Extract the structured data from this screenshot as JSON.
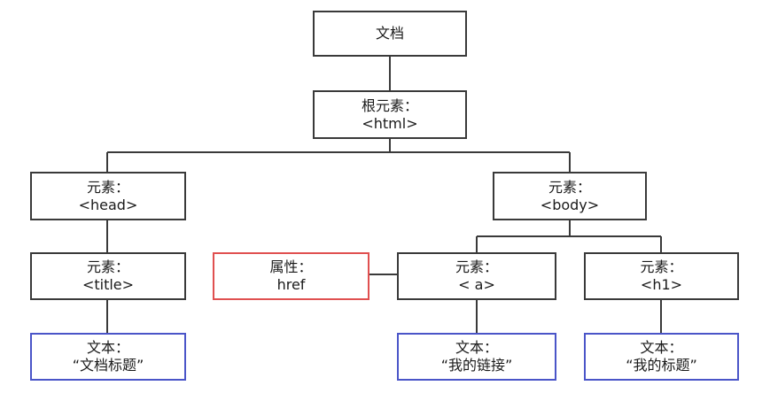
{
  "nodes": {
    "document": {
      "line1": "文档"
    },
    "html": {
      "line1": "根元素：",
      "line2": "<html>"
    },
    "head": {
      "line1": "元素：",
      "line2": "<head>"
    },
    "body": {
      "line1": "元素：",
      "line2": "<body>"
    },
    "title": {
      "line1": "元素：",
      "line2": "<title>"
    },
    "href": {
      "line1": "属性：",
      "line2": "href"
    },
    "a": {
      "line1": "元素：",
      "line2": "< a>"
    },
    "h1": {
      "line1": "元素：",
      "line2": "<h1>"
    },
    "text_title": {
      "line1": "文本：",
      "line2": "“文档标题”"
    },
    "text_a": {
      "line1": "文本：",
      "line2": "“我的链接”"
    },
    "text_h1": {
      "line1": "文本：",
      "line2": "“我的标题”"
    }
  },
  "colors": {
    "element_border": "#3a3a3a",
    "attribute_border": "#e05050",
    "text_border": "#4a55c8",
    "connector": "#3a3a3a"
  }
}
